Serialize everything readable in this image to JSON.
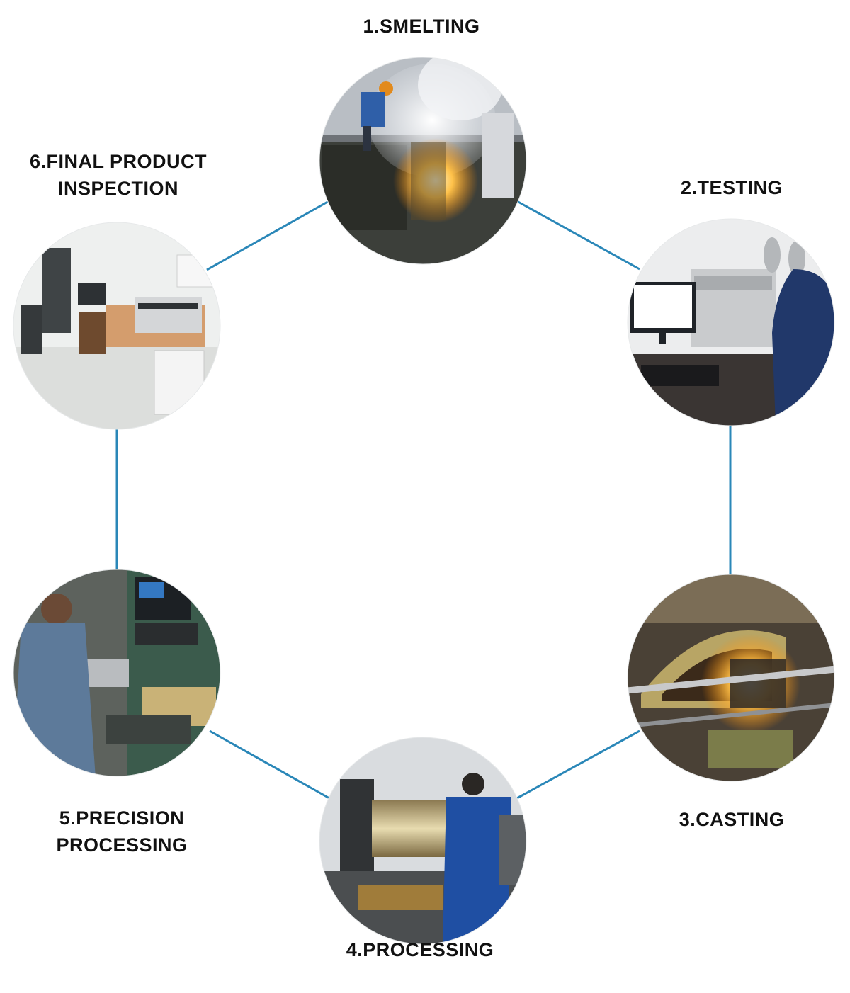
{
  "colors": {
    "connector": "#2a87b8",
    "background": "#ffffff",
    "label_text": "#111111"
  },
  "steps": [
    {
      "id": 1,
      "label": "1.SMELTING",
      "scene": "smelting-furnace-photo"
    },
    {
      "id": 2,
      "label": "2.TESTING",
      "scene": "spectrometer-lab-photo"
    },
    {
      "id": 3,
      "label": "3.CASTING",
      "scene": "centrifugal-casting-photo"
    },
    {
      "id": 4,
      "label": "4.PROCESSING",
      "scene": "lathe-machining-photo"
    },
    {
      "id": 5,
      "label": "5.PRECISION\nPROCESSING",
      "scene": "cnc-lathe-operator-photo"
    },
    {
      "id": 6,
      "label": "6.FINAL PRODUCT\nINSPECTION",
      "scene": "inspection-room-photo"
    }
  ]
}
